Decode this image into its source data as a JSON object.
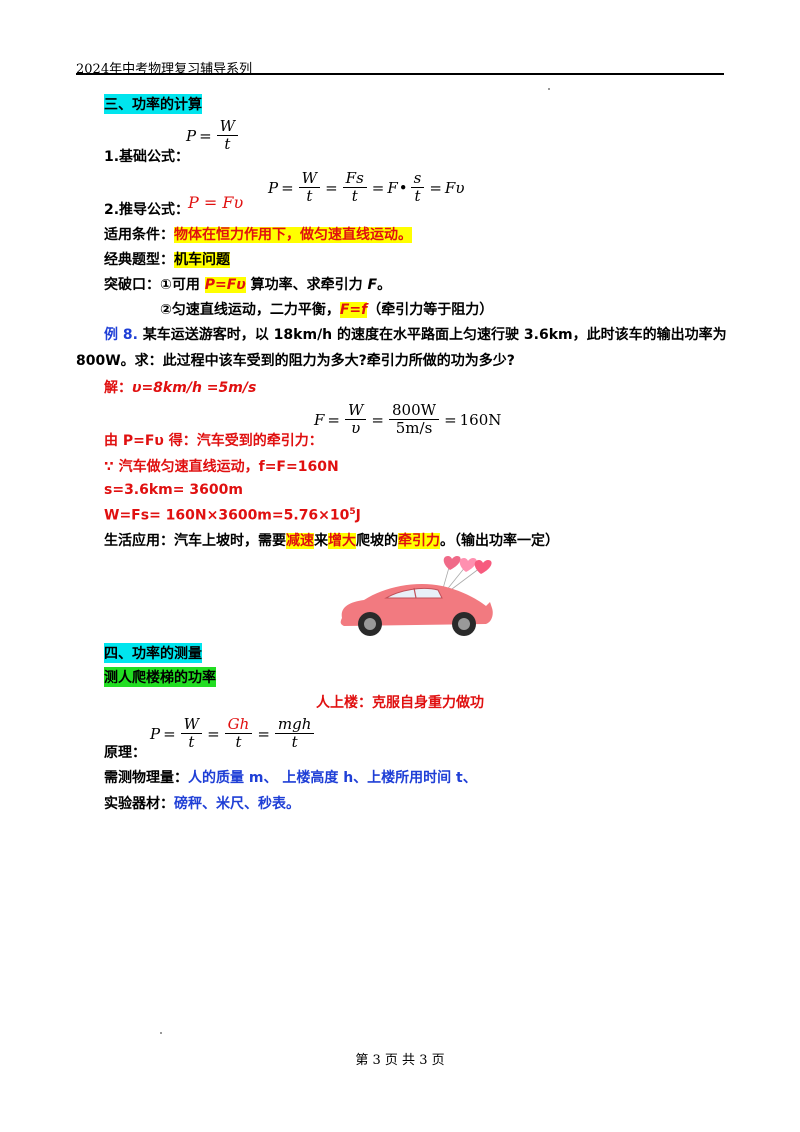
{
  "header": {
    "title": "2024年中考物理复习辅导系列"
  },
  "section3": {
    "heading": "三、功率的计算",
    "basic_label": "1.基础公式：",
    "basic_formula": {
      "lhs": "P",
      "num": "W",
      "den": "t"
    },
    "derived_label": "2.推导公式：",
    "derived_formula": "P = Fυ",
    "derivation": {
      "p": "P",
      "w": "W",
      "t1": "t",
      "fs": "Fs",
      "t2": "t",
      "f": "F",
      "s": "s",
      "t3": "t",
      "fv": "Fυ"
    },
    "condition_label": "适用条件：",
    "condition_text": "物体在恒力作用下，做匀速直线运动。",
    "classic_label": "经典题型：",
    "classic_text": "机车问题",
    "breakthrough_label": "突破口：",
    "bp1_pre": "①可用 ",
    "bp1_hl": "P=Fυ",
    "bp1_post": " 算功率、求牵引力 ",
    "bp1_f": "F",
    "bp1_end": "。",
    "bp2_pre": "②匀速直线运动，二力平衡，",
    "bp2_hl": "F=f",
    "bp2_post": "（牵引力等于阻力）"
  },
  "example8": {
    "label": "例 8.",
    "line1": " 某车运送游客时，以 18km/h 的速度在水平路面上匀速行驶 3.6km，此时该车的输出功率为",
    "line2": "800W。求：此过程中该车受到的阻力为多大?牵引力所做的功为多少?",
    "sol_label": "解：",
    "sol_v": "υ=8km/h =5m/s",
    "sol_line2": "由 P=Fυ 得：汽车受到的牵引力：",
    "formula2": {
      "lhs": "F",
      "num1": "W",
      "den1": "υ",
      "num2": "800W",
      "den2": "5m/s",
      "result": "160N"
    },
    "sol_line3": "∵ 汽车做匀速直线运动，f=F=160N",
    "sol_line4": "s=3.6km= 3600m",
    "sol_line5_pre": "W=Fs= 160N×3600m=5.76×10",
    "sol_line5_sup": "5",
    "sol_line5_post": "J"
  },
  "life": {
    "label": "生活应用：",
    "t1": "汽车上坡时，需要",
    "h1": "减速",
    "t2": "来",
    "h2": "增大",
    "t3": "爬坡的",
    "h3": "牵引力",
    "t4": "。（输出功率一定）"
  },
  "section4": {
    "heading": "四、功率的测量",
    "subheading": "测人爬楼梯的功率",
    "centered": "人上楼：克服自身重力做功",
    "principle_label": "原理：",
    "principle": {
      "p": "P",
      "w": "W",
      "t1": "t",
      "gh": "Gh",
      "t2": "t",
      "mgh": "mgh",
      "t3": "t"
    },
    "measure_label": "需测物理量：",
    "measure_text": "人的质量 m、 上楼高度 h、上楼所用时间 t、",
    "equip_label": "实验器材：",
    "equip_text": "磅秤、米尺、秒表。"
  },
  "colors": {
    "highlight_cyan": "#00e5ee",
    "highlight_yellow": "#ffff00",
    "highlight_green": "#22dd22",
    "red": "#e01010",
    "blue": "#1f3fd6",
    "car": "#f27a80"
  },
  "footer": {
    "page": "第 3 页 共 3 页"
  }
}
